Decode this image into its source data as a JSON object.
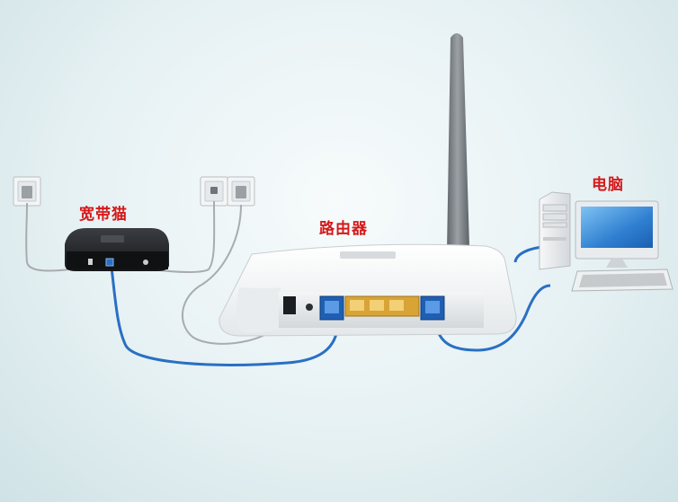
{
  "labels": {
    "modem": "宽带猫",
    "router": "路由器",
    "computer": "电脑"
  },
  "colors": {
    "label_red": "#d5191a",
    "ethernet_cable": "#2a6fc4",
    "power_cable": "#a8acae",
    "router_body": "#f2f4f5",
    "router_ports": "#d8a436",
    "modem_body": "#1d1f22",
    "antenna": "#7d8388"
  },
  "devices": [
    {
      "name": "wall-socket-left",
      "icon": "power-socket-icon"
    },
    {
      "name": "wall-socket-phone",
      "icon": "phone-jack-icon"
    },
    {
      "name": "wall-socket-right",
      "icon": "power-socket-icon"
    },
    {
      "name": "broadband-modem",
      "icon": "modem-icon"
    },
    {
      "name": "wireless-router",
      "icon": "router-icon"
    },
    {
      "name": "desktop-computer",
      "icon": "computer-icon"
    }
  ]
}
